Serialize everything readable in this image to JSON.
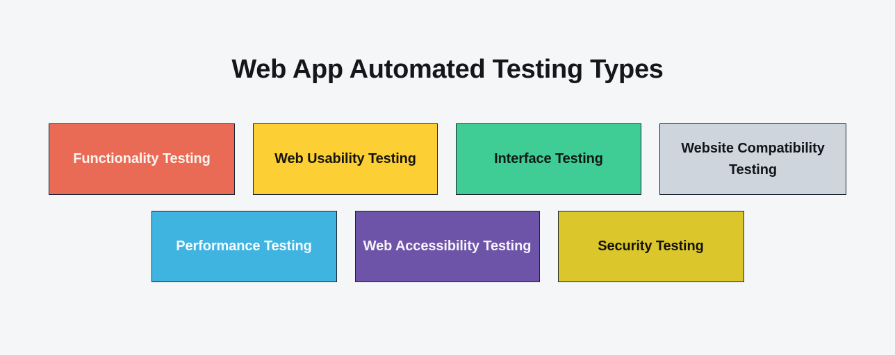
{
  "page": {
    "background_color": "#f5f6f8",
    "title": "Web App Automated Testing Types",
    "title_color": "#14161a"
  },
  "rows": [
    {
      "name": "row-1",
      "cards": [
        {
          "label": "Functionality Testing",
          "fill": "#e96a55",
          "text_color": "#fdf5f0",
          "border": "#1d2430"
        },
        {
          "label": "Web Usability Testing",
          "fill": "#fcd034",
          "text_color": "#16140c",
          "border": "#1d2430"
        },
        {
          "label": "Interface Testing",
          "fill": "#40cc95",
          "text_color": "#0d1a14",
          "border": "#1d2430"
        },
        {
          "label": "Website Compatibility Testing",
          "fill": "#cfd5dc",
          "text_color": "#11151b",
          "border": "#1d2430"
        }
      ]
    },
    {
      "name": "row-2",
      "cards": [
        {
          "label": "Performance Testing",
          "fill": "#40b4e0",
          "text_color": "#f3fbff",
          "border": "#1d2430"
        },
        {
          "label": "Web Accessibility Testing",
          "fill": "#6e54a8",
          "text_color": "#f6f3fb",
          "border": "#1d2430"
        },
        {
          "label": "Security Testing",
          "fill": "#dbc72c",
          "text_color": "#16130a",
          "border": "#1d2430"
        }
      ]
    }
  ]
}
